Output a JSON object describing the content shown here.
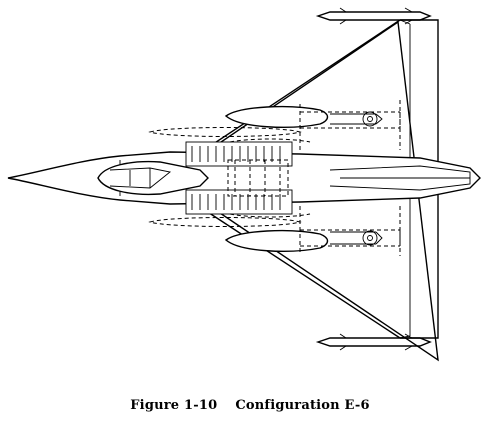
{
  "figure": {
    "number": "Figure 1-10",
    "title": "Configuration E-6"
  },
  "drawing": {
    "subject": "aircraft-planform-top-view",
    "line_color": "#000000",
    "background": "#ffffff"
  }
}
